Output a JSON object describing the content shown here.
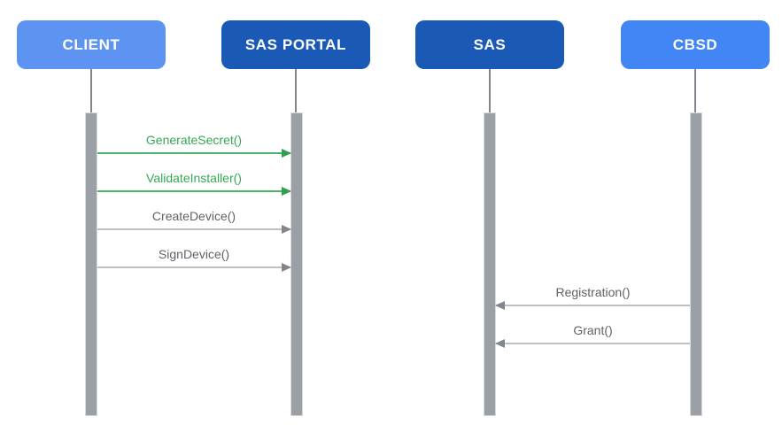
{
  "diagram_type": "sequence-diagram",
  "actors": [
    {
      "label": "CLIENT",
      "fill_color": "#5e94f1"
    },
    {
      "label": "SAS PORTAL",
      "fill_color": "#1b59b6"
    },
    {
      "label": "SAS",
      "fill_color": "#1b59b6"
    },
    {
      "label": "CBSD",
      "fill_color": "#4285f4"
    }
  ],
  "messages": [
    {
      "label": "GenerateSecret()",
      "from": "CLIENT",
      "to": "SAS PORTAL",
      "direction": "right",
      "line_color": "#4db36b",
      "arrow_color": "#2f9e50",
      "text_color": "#34a853"
    },
    {
      "label": "ValidateInstaller()",
      "from": "CLIENT",
      "to": "SAS PORTAL",
      "direction": "right",
      "line_color": "#4db36b",
      "arrow_color": "#2f9e50",
      "text_color": "#34a853"
    },
    {
      "label": "CreateDevice()",
      "from": "CLIENT",
      "to": "SAS PORTAL",
      "direction": "right",
      "line_color": "#bdc1c6",
      "arrow_color": "#80868b",
      "text_color": "#5f6368"
    },
    {
      "label": "SignDevice()",
      "from": "CLIENT",
      "to": "SAS PORTAL",
      "direction": "right",
      "line_color": "#bdc1c6",
      "arrow_color": "#80868b",
      "text_color": "#5f6368"
    },
    {
      "label": "Registration()",
      "from": "CBSD",
      "to": "SAS",
      "direction": "left",
      "line_color": "#bdc1c6",
      "arrow_color": "#80868b",
      "text_color": "#5f6368"
    },
    {
      "label": "Grant()",
      "from": "CBSD",
      "to": "SAS",
      "direction": "left",
      "line_color": "#bdc1c6",
      "arrow_color": "#80868b",
      "text_color": "#5f6368"
    }
  ],
  "colors": {
    "background": "#ffffff",
    "lifeline": "#80868b",
    "activation_bar": "#9aa0a6",
    "actor_text": "#ffffff"
  }
}
